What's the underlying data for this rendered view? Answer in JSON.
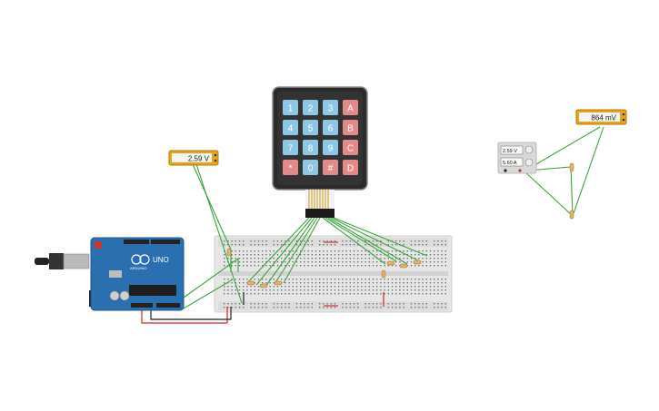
{
  "multimeter_left": {
    "reading": "2.59 V"
  },
  "multimeter_right": {
    "reading": "864 mV"
  },
  "power_supply": {
    "voltage": "2.59 V",
    "current": "5.60 A"
  },
  "keypad": {
    "rows": [
      [
        "1",
        "2",
        "3",
        "A"
      ],
      [
        "4",
        "5",
        "6",
        "B"
      ],
      [
        "7",
        "8",
        "9",
        "C"
      ],
      [
        "*",
        "0",
        "#",
        "D"
      ]
    ]
  },
  "arduino": {
    "model": "UNO",
    "brand": "ARDUINO"
  },
  "colors": {
    "wire_green": "#3aa63a",
    "wire_red": "#d22",
    "board_blue": "#2a6fb0",
    "key_blue": "#8ec7e6",
    "key_red": "#e28a8a",
    "meter_gold": "#e8a317"
  }
}
